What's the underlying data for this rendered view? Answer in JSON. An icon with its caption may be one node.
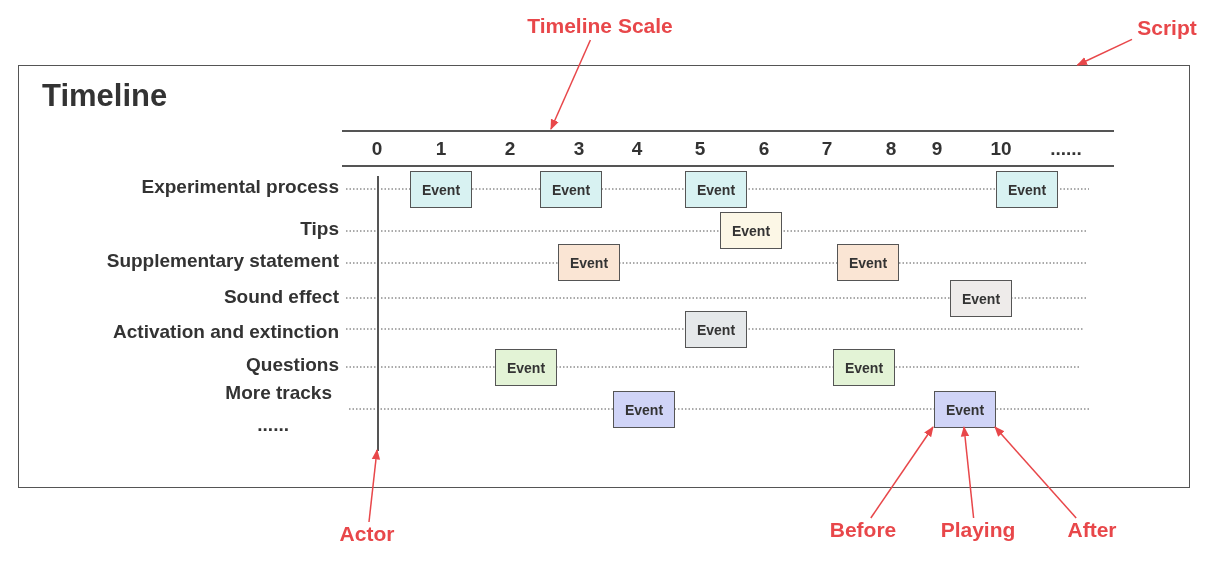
{
  "diagram": {
    "nodes": [
      {
        "text": [
          "Timeline Scale"
        ]
      },
      {
        "text": [
          "Script"
        ]
      },
      {
        "text": [
          "Timeline"
        ]
      },
      {
        "text": [
          "0",
          "1",
          "2",
          "3",
          "4",
          "5",
          "6",
          "7",
          "8",
          "9",
          "10",
          "......"
        ],
        "in": 2
      },
      {
        "text": [],
        "shape": "bar",
        "in": 2
      },
      {
        "text": [
          "Event"
        ],
        "in": 2
      },
      {
        "text": [
          "Event"
        ],
        "in": 2
      },
      {
        "text": [
          "Event"
        ],
        "in": 2
      },
      {
        "text": [
          "Event"
        ],
        "in": 2
      },
      {
        "text": [
          "Event"
        ],
        "in": 2
      },
      {
        "text": [
          "Event"
        ],
        "in": 2
      },
      {
        "text": [
          "Event"
        ],
        "in": 2
      },
      {
        "text": [
          "Event"
        ],
        "in": 2
      },
      {
        "text": [
          "Event"
        ],
        "in": 2
      },
      {
        "text": [
          "Event"
        ],
        "in": 2
      },
      {
        "text": [
          "Event"
        ],
        "in": 2
      },
      {
        "text": [
          "Event"
        ],
        "in": 2
      },
      {
        "text": [
          "Event"
        ],
        "in": 2
      },
      {
        "text": [
          "Actor"
        ]
      },
      {
        "text": [
          "Before"
        ]
      },
      {
        "text": [
          "Playing"
        ]
      },
      {
        "text": [
          "After"
        ]
      }
    ],
    "edges": [
      {
        "from": 0,
        "to": 3,
        "arrow": "to"
      },
      {
        "from": 1,
        "to": 2,
        "arrow": "to"
      },
      {
        "from": 18,
        "to": 4,
        "arrow": "to"
      },
      {
        "from": 19,
        "to": 17,
        "arrow": "to"
      },
      {
        "from": 20,
        "to": 17,
        "arrow": "to"
      },
      {
        "from": 21,
        "to": 17,
        "arrow": "to"
      }
    ],
    "labels": [
      "Experimental process",
      "Tips",
      "Supplementary statement",
      "Sound effect",
      "Activation and extinction",
      "Questions",
      "More tracks",
      "......"
    ]
  }
}
